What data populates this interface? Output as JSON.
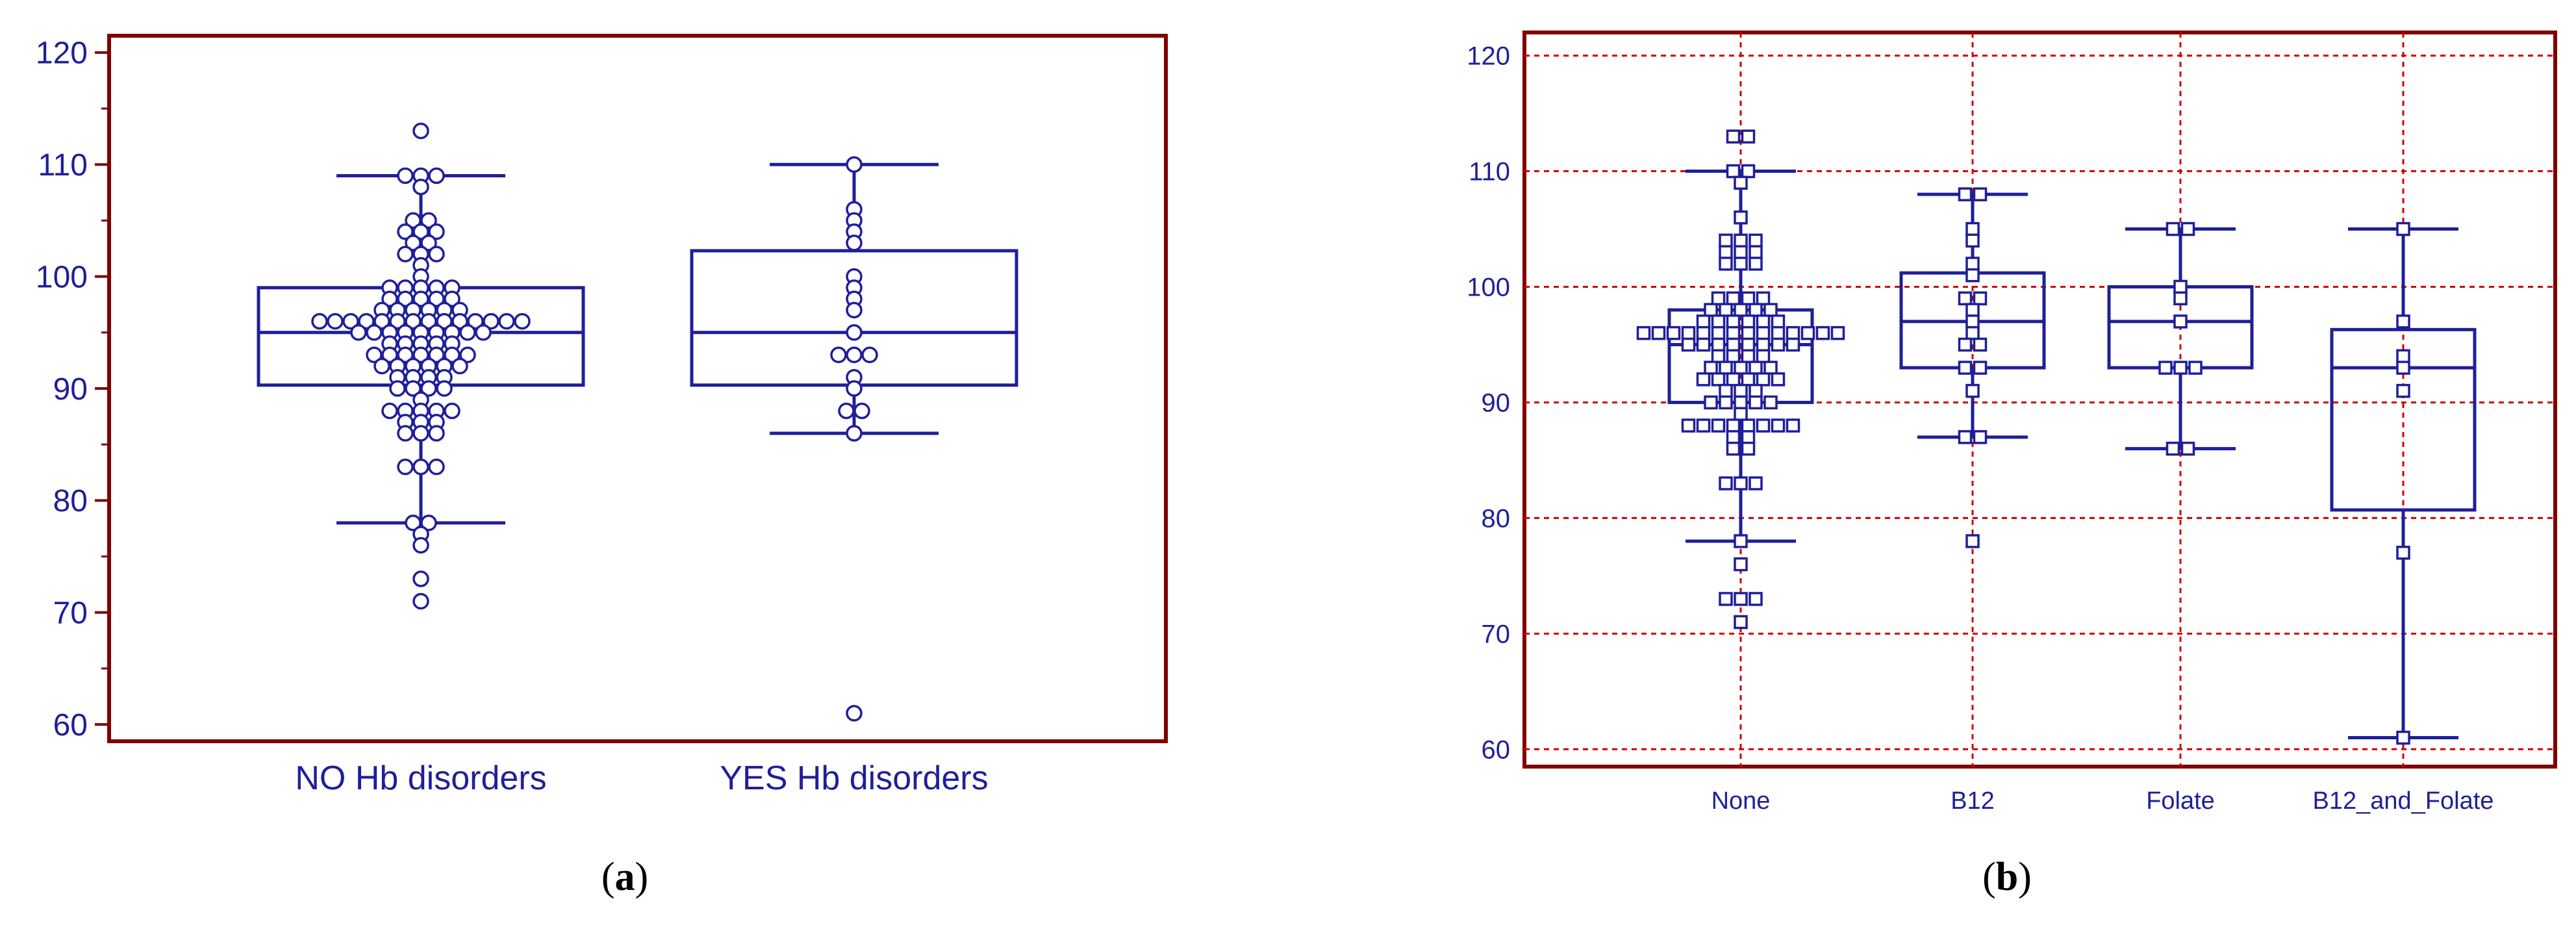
{
  "colors": {
    "frame": "#800000",
    "series": "#1f1f99",
    "grid": "#d00000",
    "panel_label": "#000000",
    "background": "#ffffff"
  },
  "chart_data": [
    {
      "id": "a",
      "type": "box",
      "panel_label": {
        "open": "(",
        "letter": "a",
        "close": ")"
      },
      "title": "",
      "xlabel": "",
      "ylabel": "",
      "ylim": [
        58.5,
        121.5
      ],
      "yticks": [
        60,
        70,
        80,
        90,
        100,
        110,
        120
      ],
      "grid": false,
      "marker": "circle",
      "categories": [
        "NO Hb disorders",
        "YES Hb disorders"
      ],
      "boxes": [
        {
          "whisker_low": 78,
          "q1": 90.3,
          "median": 95,
          "q3": 99,
          "whisker_high": 109
        },
        {
          "whisker_low": 86,
          "q1": 90.3,
          "median": 95,
          "q3": 102.3,
          "whisker_high": 110
        }
      ],
      "points": [
        [
          113,
          109,
          109,
          109,
          108,
          105,
          105,
          104,
          104,
          104,
          103,
          103,
          102,
          102,
          102,
          101,
          100,
          99,
          99,
          99,
          99,
          99,
          98,
          98,
          98,
          98,
          98,
          97,
          97,
          97,
          97,
          97,
          97,
          96,
          96,
          96,
          96,
          96,
          96,
          96,
          96,
          96,
          96,
          96,
          96,
          96,
          96,
          95,
          95,
          95,
          95,
          95,
          95,
          95,
          95,
          95,
          94,
          94,
          94,
          94,
          94,
          93,
          93,
          93,
          93,
          93,
          93,
          93,
          92,
          92,
          92,
          92,
          92,
          92,
          91,
          91,
          91,
          91,
          90,
          90,
          90,
          90,
          89,
          88,
          88,
          88,
          88,
          88,
          87,
          87,
          87,
          86,
          86,
          86,
          83,
          83,
          83,
          78,
          78,
          77,
          76,
          73,
          71
        ],
        [
          110,
          106,
          105,
          104,
          103,
          100,
          99,
          98,
          97,
          95,
          93,
          93,
          93,
          91,
          90,
          88,
          88,
          86,
          61
        ]
      ]
    },
    {
      "id": "b",
      "type": "box",
      "panel_label": {
        "open": "(",
        "letter": "b",
        "close": ")"
      },
      "title": "",
      "xlabel": "",
      "ylabel": "",
      "ylim": [
        58.5,
        122
      ],
      "yticks": [
        60,
        70,
        80,
        90,
        100,
        110,
        120
      ],
      "grid": true,
      "marker": "square",
      "categories": [
        "None",
        "B12",
        "Folate",
        "B12_and_Folate"
      ],
      "boxes": [
        {
          "whisker_low": 78,
          "q1": 90,
          "median": 95,
          "q3": 98,
          "whisker_high": 110
        },
        {
          "whisker_low": 87,
          "q1": 93,
          "median": 97,
          "q3": 101.2,
          "whisker_high": 108
        },
        {
          "whisker_low": 86,
          "q1": 93,
          "median": 97,
          "q3": 100,
          "whisker_high": 105
        },
        {
          "whisker_low": 61,
          "q1": 80.7,
          "median": 93,
          "q3": 96.3,
          "whisker_high": 105
        }
      ],
      "points": [
        [
          113,
          113,
          110,
          110,
          109,
          106,
          104,
          104,
          104,
          103,
          103,
          103,
          102,
          102,
          102,
          99,
          99,
          99,
          99,
          98,
          98,
          98,
          98,
          98,
          97,
          97,
          97,
          97,
          97,
          97,
          96,
          96,
          96,
          96,
          96,
          96,
          96,
          96,
          96,
          96,
          96,
          96,
          96,
          96,
          95,
          95,
          95,
          95,
          95,
          95,
          95,
          95,
          94,
          94,
          94,
          94,
          93,
          93,
          93,
          93,
          93,
          92,
          92,
          92,
          92,
          92,
          92,
          91,
          91,
          91,
          90,
          90,
          90,
          90,
          90,
          89,
          88,
          88,
          88,
          88,
          88,
          88,
          88,
          88,
          87,
          87,
          86,
          86,
          83,
          83,
          83,
          78,
          76,
          73,
          73,
          73,
          71
        ],
        [
          108,
          108,
          105,
          104,
          102,
          101,
          99,
          99,
          98,
          97,
          96,
          95,
          95,
          93,
          93,
          91,
          87,
          87,
          78
        ],
        [
          105,
          105,
          100,
          99,
          97,
          93,
          93,
          93,
          86,
          86
        ],
        [
          105,
          97,
          94,
          93,
          91,
          77,
          61
        ]
      ]
    }
  ]
}
